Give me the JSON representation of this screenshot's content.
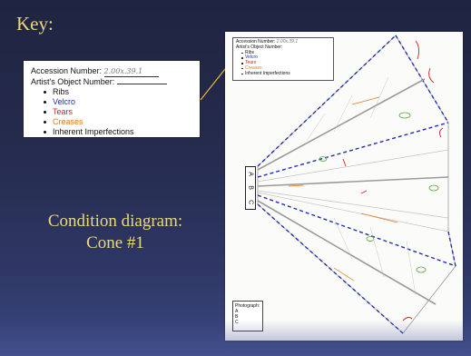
{
  "slide": {
    "key_title": "Key:",
    "caption_line1": "Condition diagram:",
    "caption_line2": "Cone #1"
  },
  "key_card": {
    "accession_label": "Accession Number:",
    "accession_value": "2.00x.39.1",
    "artist_object_label": "Artist's Object Number:",
    "artist_object_value": "",
    "items": [
      {
        "label": "Ribs",
        "color": "#111111"
      },
      {
        "label": "Velcro",
        "color": "#1f2fb0"
      },
      {
        "label": "Tears",
        "color": "#d42020"
      },
      {
        "label": "Creases",
        "color": "#e07a1a"
      },
      {
        "label": "Inherent Imperfections",
        "color": "#111111"
      }
    ]
  },
  "sheet": {
    "mini_accession_label": "Accession Number:",
    "mini_accession_value": "2.00x.39.1",
    "mini_artist_label": "Artist's Object Number:",
    "abc_labels": [
      "A",
      "B",
      "C"
    ],
    "photograph_label": "Photograph:",
    "photo_items": [
      "A",
      "B",
      "C"
    ]
  },
  "colors": {
    "accent_text": "#e9d97a",
    "connector": "#e6b830",
    "rib": "#8a8a8a",
    "velcro": "#1f2fb0",
    "tears": "#d42020",
    "creases": "#e07a1a",
    "imperfections": "#5fa43a"
  }
}
